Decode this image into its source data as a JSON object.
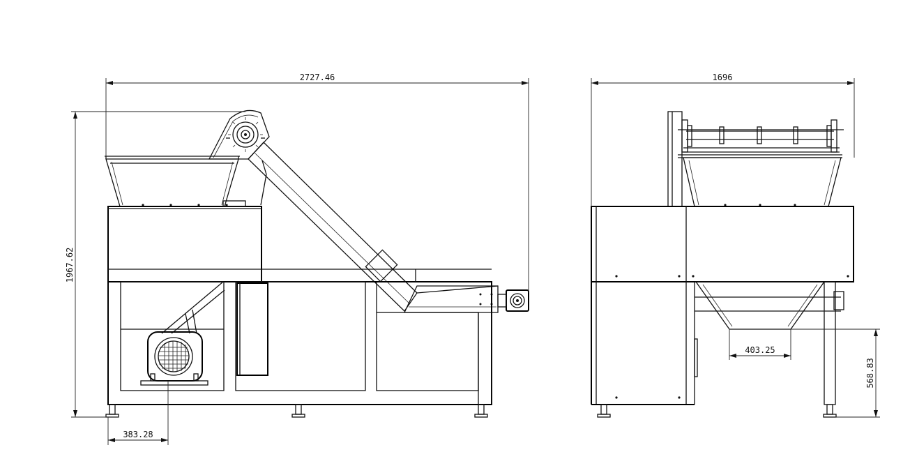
{
  "dimensions": {
    "overall_length": "2727.46",
    "overall_height": "1967.62",
    "motor_offset": "383.28",
    "side_width": "1696",
    "outlet_width": "403.25",
    "outlet_height": "568.83"
  }
}
